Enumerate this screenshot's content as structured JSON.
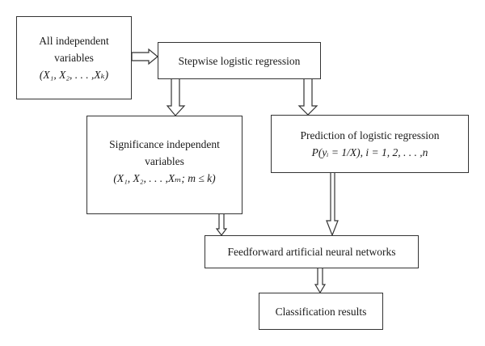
{
  "diagram": {
    "title": "Stepwise logistic regression + feedforward ANN classification flowchart",
    "nodes": {
      "all_vars": {
        "lines": [
          "All independent",
          "variables",
          "(X₁, X₂, . . . ,Xₖ)"
        ]
      },
      "stepwise": {
        "lines": [
          "Stepwise logistic regression"
        ]
      },
      "significance": {
        "lines": [
          "Significance independent",
          "variables",
          "(X₁, X₂, . . . ,Xₘ; m ≤ k)"
        ]
      },
      "prediction": {
        "lines": [
          "Prediction of logistic regression",
          "P(yᵢ = 1/X), i = 1, 2, . . . ,n"
        ]
      },
      "ffnn": {
        "lines": [
          "Feedforward artificial neural networks"
        ]
      },
      "classification": {
        "lines": [
          "Classification results"
        ]
      }
    },
    "edges": [
      {
        "from": "all_vars",
        "to": "stepwise",
        "style": "hollow-block-arrow"
      },
      {
        "from": "stepwise",
        "to": "significance",
        "style": "hollow-block-arrow"
      },
      {
        "from": "stepwise",
        "to": "prediction",
        "style": "hollow-block-arrow"
      },
      {
        "from": "significance",
        "to": "ffnn",
        "style": "hollow-block-arrow"
      },
      {
        "from": "prediction",
        "to": "ffnn",
        "style": "hollow-block-arrow"
      },
      {
        "from": "ffnn",
        "to": "classification",
        "style": "hollow-block-arrow"
      }
    ],
    "colors": {
      "stroke": "#333333",
      "fill": "#ffffff",
      "text": "#1a1a1a"
    }
  }
}
